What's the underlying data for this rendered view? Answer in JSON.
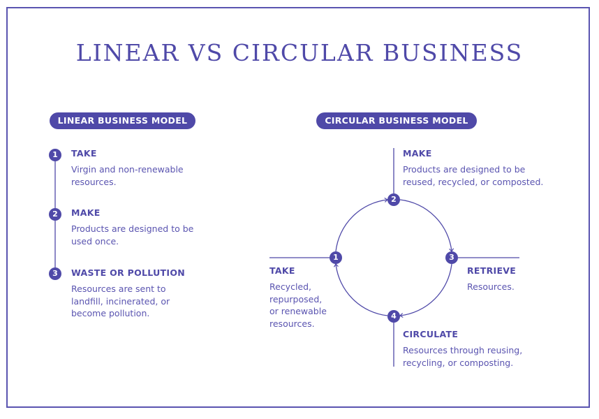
{
  "title": "LINEAR VS CIRCULAR BUSINESS",
  "colors": {
    "primary": "#4f49a8",
    "text": "#5a54b0",
    "background": "#ffffff"
  },
  "linear": {
    "label": "LINEAR BUSINESS MODEL",
    "steps": [
      {
        "num": "1",
        "title": "TAKE",
        "desc": "Virgin and non-renewable resources."
      },
      {
        "num": "2",
        "title": "MAKE",
        "desc": "Products are designed to be used once."
      },
      {
        "num": "3",
        "title": "WASTE OR POLLUTION",
        "desc": "Resources are sent to landfill, incinerated, or become pollution."
      }
    ]
  },
  "circular": {
    "label": "CIRCULAR BUSINESS MODEL",
    "steps": [
      {
        "num": "1",
        "title": "TAKE",
        "desc": "Recycled, repurposed, or renewable resources."
      },
      {
        "num": "2",
        "title": "MAKE",
        "desc": "Products are designed to be reused, recycled, or composted."
      },
      {
        "num": "3",
        "title": "RETRIEVE",
        "desc": "Resources."
      },
      {
        "num": "4",
        "title": "CIRCULATE",
        "desc": "Resources through reusing, recycling, or composting."
      }
    ]
  }
}
